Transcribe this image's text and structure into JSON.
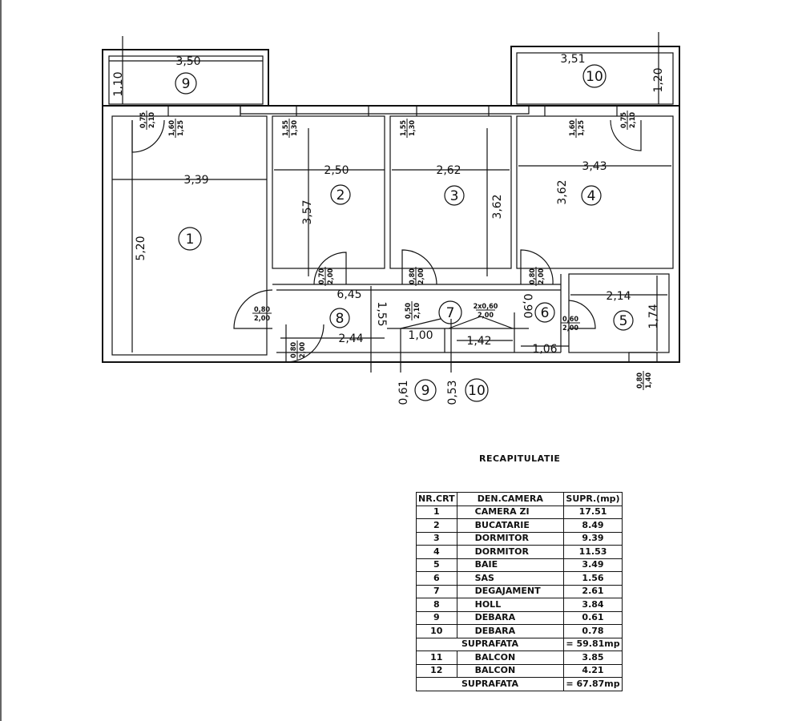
{
  "plan": {
    "room_numbers": [
      "1",
      "2",
      "3",
      "4",
      "5",
      "6",
      "7",
      "8",
      "9",
      "10",
      "9",
      "10"
    ],
    "dimensions": {
      "balcony9_width": "3,50",
      "balcony9_depth": "1,10",
      "balcony10_width": "3,51",
      "balcony10_depth": "1,20",
      "room1_width": "3,39",
      "room1_length": "5,20",
      "room2_width": "2,50",
      "room2_length": "3,57",
      "room3_width": "2,62",
      "room3_length": "3,62",
      "room4_width": "3,43",
      "room4_length": "3,62",
      "bath_width": "2,14",
      "bath_length": "1,74",
      "hall_length": "6,45",
      "hall_width": "2,44",
      "hall_depth": "1,55",
      "closet9_width": "1,00",
      "closet10_width": "1,42",
      "sas_width": "1,06",
      "sas_depth": "0,90",
      "closet9_depth": "0,61",
      "closet10_depth": "0,53"
    },
    "openings": [
      {
        "w": "0,75",
        "h": "2,10"
      },
      {
        "w": "1,60",
        "h": "1,25"
      },
      {
        "w": "1,55",
        "h": "1,30"
      },
      {
        "w": "1,55",
        "h": "1,30"
      },
      {
        "w": "1,60",
        "h": "1,25"
      },
      {
        "w": "0,75",
        "h": "2,10"
      },
      {
        "w": "0,70",
        "h": "2,00"
      },
      {
        "w": "0,80",
        "h": "2,00"
      },
      {
        "w": "0,80",
        "h": "2,00"
      },
      {
        "w": "0,80",
        "h": "2,00"
      },
      {
        "w": "0,80",
        "h": "2,00"
      },
      {
        "w": "0,50",
        "h": "2,10"
      },
      {
        "w": "2x0,60",
        "h": "2,00"
      },
      {
        "w": "0,60",
        "h": "2,00"
      },
      {
        "w": "0,80",
        "h": "1,40"
      }
    ]
  },
  "recap": {
    "title": "RECAPITULATIE",
    "headers": [
      "NR.CRT",
      "DEN.CAMERA",
      "SUPR.(mp)"
    ],
    "rows": [
      [
        "1",
        "CAMERA ZI",
        "17.51"
      ],
      [
        "2",
        "BUCATARIE",
        "8.49"
      ],
      [
        "3",
        "DORMITOR",
        "9.39"
      ],
      [
        "4",
        "DORMITOR",
        "11.53"
      ],
      [
        "5",
        "BAIE",
        "3.49"
      ],
      [
        "6",
        "SAS",
        "1.56"
      ],
      [
        "7",
        "DEGAJAMENT",
        "2.61"
      ],
      [
        "8",
        "HOLL",
        "3.84"
      ],
      [
        "9",
        "DEBARA",
        "0.61"
      ],
      [
        "10",
        "DEBARA",
        "0.78"
      ]
    ],
    "subtotal_label": "SUPRAFATA",
    "subtotal_value": "= 59.81mp",
    "balcony_rows": [
      [
        "11",
        "BALCON",
        "3.85"
      ],
      [
        "12",
        "BALCON",
        "4.21"
      ]
    ],
    "total_label": "SUPRAFATA",
    "total_value": "= 67.87mp"
  }
}
